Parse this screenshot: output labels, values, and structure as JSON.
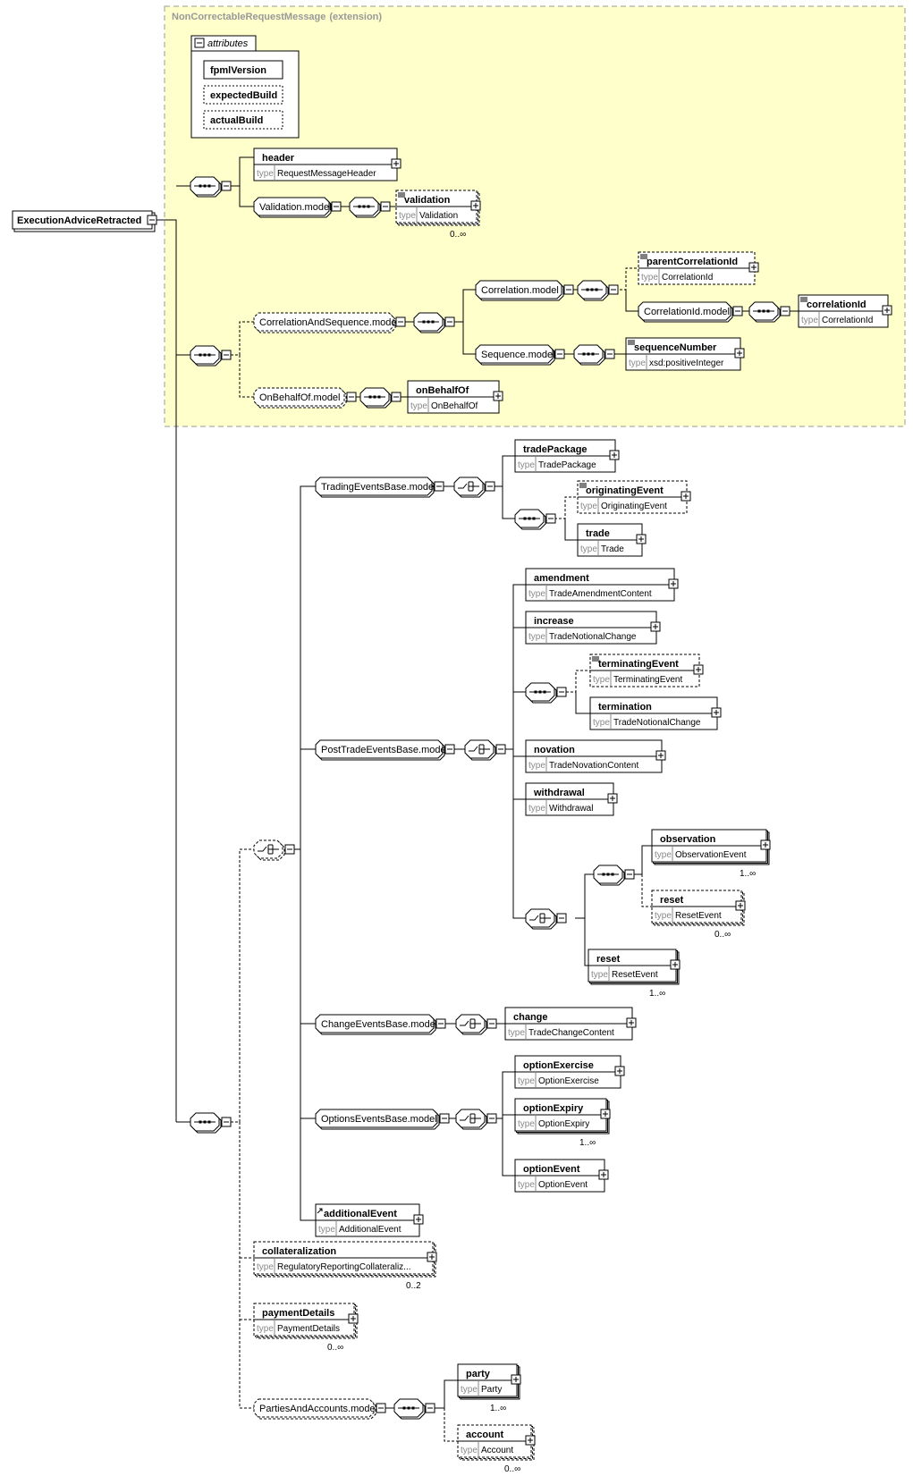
{
  "root": "ExecutionAdviceRetracted",
  "extension": {
    "base": "NonCorrectableRequestMessage",
    "note": "(extension)"
  },
  "attributes": {
    "label": "attributes",
    "items": [
      "fpmlVersion",
      "expectedBuild",
      "actualBuild"
    ]
  },
  "type_label": "type",
  "elements": [
    {
      "name": "header",
      "type": "RequestMessageHeader"
    },
    {
      "name": "validation",
      "type": "Validation",
      "occ": "0..∞"
    },
    {
      "name": "parentCorrelationId",
      "type": "CorrelationId"
    },
    {
      "name": "correlationId",
      "type": "CorrelationId"
    },
    {
      "name": "sequenceNumber",
      "type": "xsd:positiveInteger"
    },
    {
      "name": "onBehalfOf",
      "type": "OnBehalfOf"
    },
    {
      "name": "tradePackage",
      "type": "TradePackage"
    },
    {
      "name": "originatingEvent",
      "type": "OriginatingEvent"
    },
    {
      "name": "trade",
      "type": "Trade"
    },
    {
      "name": "amendment",
      "type": "TradeAmendmentContent"
    },
    {
      "name": "increase",
      "type": "TradeNotionalChange"
    },
    {
      "name": "terminatingEvent",
      "type": "TerminatingEvent"
    },
    {
      "name": "termination",
      "type": "TradeNotionalChange"
    },
    {
      "name": "novation",
      "type": "TradeNovationContent"
    },
    {
      "name": "withdrawal",
      "type": "Withdrawal"
    },
    {
      "name": "observation",
      "type": "ObservationEvent",
      "occ": "1..∞"
    },
    {
      "name": "reset",
      "type": "ResetEvent",
      "occ": "0..∞"
    },
    {
      "name": "reset",
      "type": "ResetEvent",
      "occ": "1..∞"
    },
    {
      "name": "change",
      "type": "TradeChangeContent"
    },
    {
      "name": "optionExercise",
      "type": "OptionExercise"
    },
    {
      "name": "optionExpiry",
      "type": "OptionExpiry",
      "occ": "1..∞"
    },
    {
      "name": "optionEvent",
      "type": "OptionEvent"
    },
    {
      "name": "additionalEvent",
      "type": "AdditionalEvent"
    },
    {
      "name": "collateralization",
      "type": "RegulatoryReportingCollateraliz...",
      "occ": "0..2"
    },
    {
      "name": "paymentDetails",
      "type": "PaymentDetails",
      "occ": "0..∞"
    },
    {
      "name": "party",
      "type": "Party",
      "occ": "1..∞"
    },
    {
      "name": "account",
      "type": "Account",
      "occ": "0..∞"
    }
  ],
  "groups": [
    "Validation.model",
    "CorrelationAndSequence.model",
    "Correlation.model",
    "CorrelationId.model",
    "Sequence.model",
    "OnBehalfOf.model",
    "TradingEventsBase.model",
    "PostTradeEventsBase.model",
    "ChangeEventsBase.model",
    "OptionsEventsBase.model",
    "PartiesAndAccounts.model"
  ],
  "colors": {
    "extension_bg": "#FFFFCC",
    "extension_border": "#999999",
    "stroke": "#000000",
    "muted": "#888888"
  }
}
